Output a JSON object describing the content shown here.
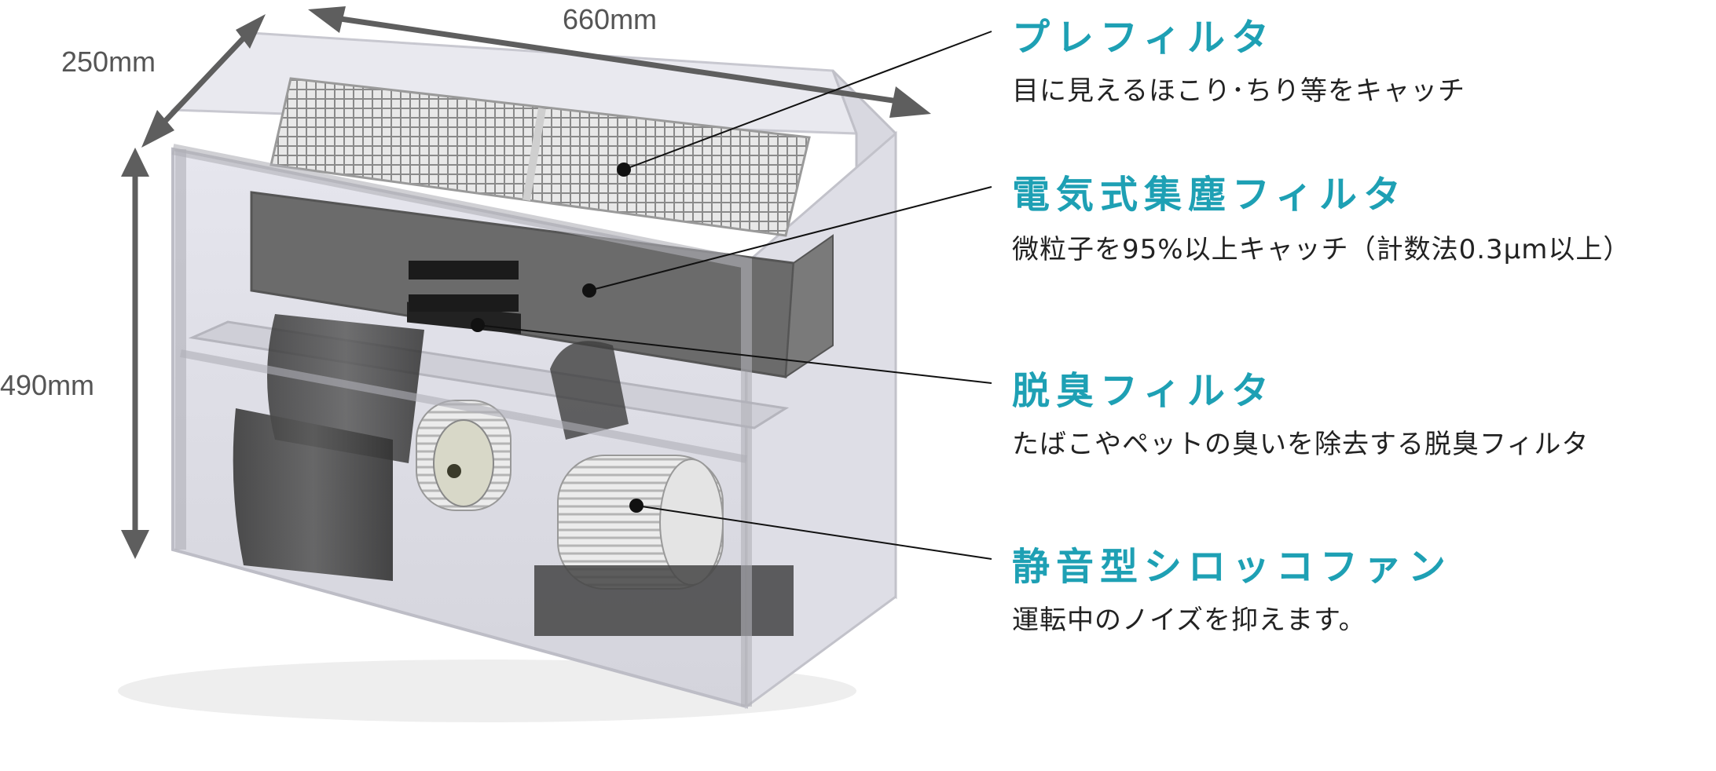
{
  "colors": {
    "accent": "#1ea0b4",
    "arrow": "#5e5e5e",
    "leader": "#111111"
  },
  "dimensions": {
    "width": "660mm",
    "depth": "250mm",
    "height": "490mm"
  },
  "components": [
    {
      "title": "プレフィルタ",
      "description": "目に見えるほこり･ちり等をキャッチ"
    },
    {
      "title": "電気式集塵フィルタ",
      "description": "微粒子を95%以上キャッチ（計数法0.3μm以上）"
    },
    {
      "title": "脱臭フィルタ",
      "description": "たばこやペットの臭いを除去する脱臭フィルタ"
    },
    {
      "title": "静音型シロッコファン",
      "description": "運転中のノイズを抑えます。"
    }
  ]
}
